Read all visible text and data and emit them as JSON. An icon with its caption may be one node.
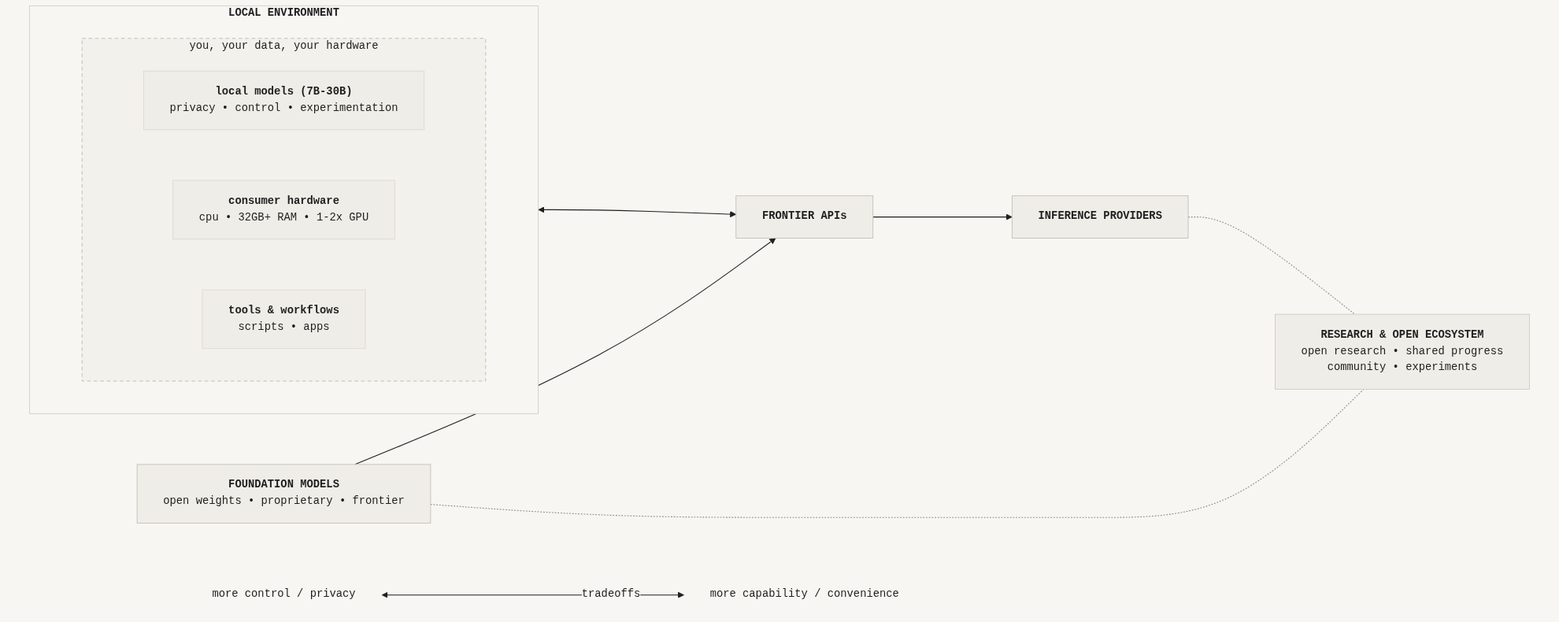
{
  "diagram": {
    "nodes": [
      {
        "text": [
          "LOCAL ENVIRONMENT"
        ]
      },
      {
        "text": [
          "you, your data, your hardware"
        ],
        "in": 0
      },
      {
        "text": [
          "local models (7B-30B)",
          "privacy • control • experimentation"
        ],
        "in": 1
      },
      {
        "text": [
          "consumer hardware",
          "cpu • 32GB+ RAM • 1-2x GPU"
        ],
        "in": 1
      },
      {
        "text": [
          "tools & workflows",
          "scripts • apps"
        ],
        "in": 1
      },
      {
        "text": [
          "INFERENCE PROVIDERS"
        ]
      },
      {
        "text": [
          "FRONTIER APIs"
        ]
      },
      {
        "text": [
          "FOUNDATION MODELS",
          "open weights • proprietary • frontier"
        ]
      },
      {
        "text": [
          "RESEARCH & OPEN ECOSYSTEM",
          "open research • shared progress",
          "community • experiments"
        ]
      },
      {
        "text": [
          "more control / privacy"
        ]
      },
      {
        "text": [
          "more capability / convenience"
        ]
      }
    ],
    "edges": [
      {
        "from": 0,
        "to": 6,
        "arrow": "both"
      },
      {
        "from": 7,
        "to": 6,
        "arrow": "to"
      },
      {
        "from": 6,
        "to": 5,
        "arrow": "to"
      },
      {
        "from": 5,
        "to": 8,
        "arrow": "none",
        "style": "dashed",
        "color": "#8c8c8c"
      },
      {
        "from": 7,
        "to": 8,
        "arrow": "none",
        "style": "dashed",
        "color": "#8c8c8c"
      },
      {
        "from": 9,
        "to": 10,
        "arrow": "both",
        "label": "tradeoffs"
      }
    ]
  }
}
